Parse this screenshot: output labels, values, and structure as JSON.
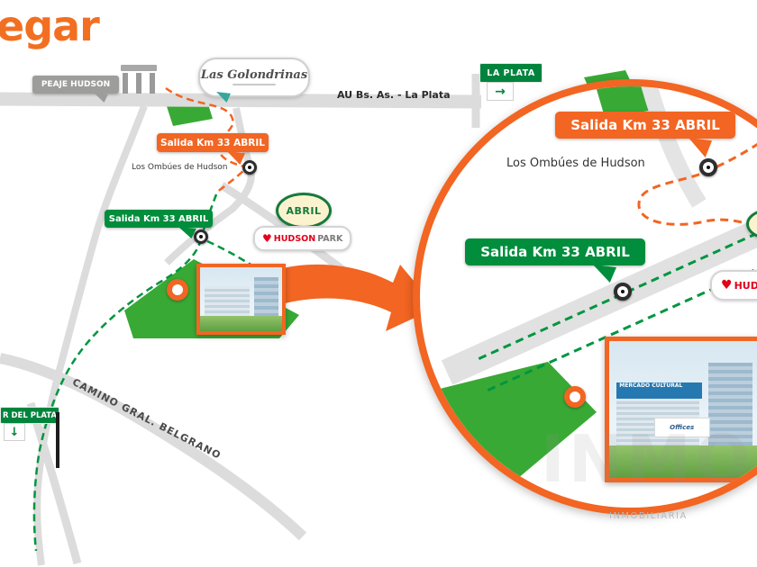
{
  "page": {
    "title_fragment": "egar"
  },
  "colors": {
    "accent_orange": "#F26522",
    "accent_green": "#008D3C",
    "road_gray": "#DCDCDC",
    "sign_gray": "#9D9D9C",
    "park_green": "#39A935"
  },
  "icons": {
    "arrow_right": "→",
    "arrow_down": "↓",
    "heart": "♥"
  },
  "map": {
    "peaje_sign": "PEAJE HUDSON",
    "golondrinas_name": "Las Golondrinas",
    "highway_label": "AU Bs. As. - La Plata",
    "la_plata_sign": "LA PLATA",
    "salida_orange": "Salida Km 33 ABRIL",
    "ombues_label": "Los Ombúes de Hudson",
    "salida_green": "Salida Km 33 ABRIL",
    "abril_badge": "ABRIL",
    "hudson_park_1": "HUDSON",
    "hudson_park_2": "PARK",
    "camino_label": "CAMINO GRAL. BELGRANO",
    "mar_del_plata_sign": "R DEL PLATA"
  },
  "inset": {
    "salida_orange": "Salida Km 33 ABRIL",
    "ombues_label": "Los Ombúes de Hudson",
    "salida_green": "Salida Km 33 ABRIL",
    "hudson_partial": "HUDSON",
    "photo_caption": "MERCADO CULTURAL",
    "photo_sign": "Offices"
  },
  "watermark": {
    "ghost": "INMOBILIARIA",
    "caption": "INMOBILIARIA"
  }
}
